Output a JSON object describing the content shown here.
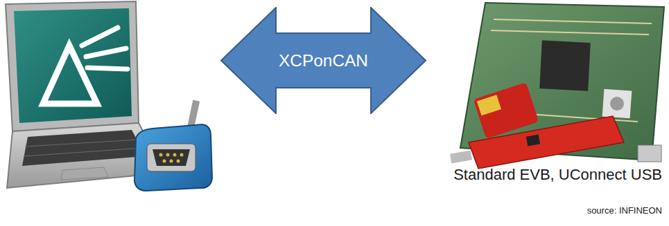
{
  "diagram": {
    "nodes": [
      {
        "text": [
          "XCPonCAN"
        ]
      }
    ],
    "labels": [
      "Standard EVB, UConnect USB",
      "source: INFINEON"
    ]
  }
}
